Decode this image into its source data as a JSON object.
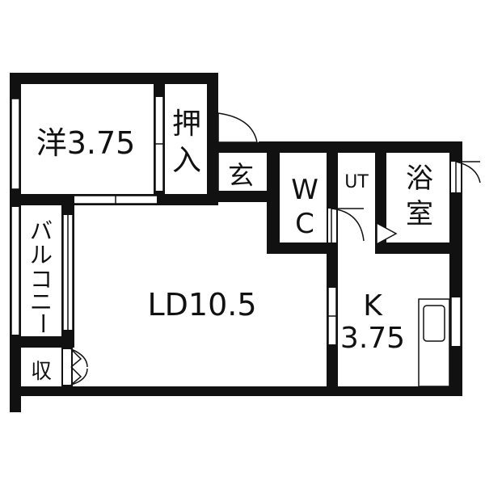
{
  "floorplan": {
    "rooms": {
      "western_room": "洋3.75",
      "closet_oshiire_top": "押",
      "closet_oshiire_bottom": "入",
      "entrance": "玄",
      "wc_top": "W",
      "wc_bottom": "C",
      "utility": "UT",
      "bath_top": "浴",
      "bath_bottom": "室",
      "balcony_1": "バ",
      "balcony_2": "ル",
      "balcony_3": "コ",
      "balcony_4": "ニ",
      "balcony_5": "ー",
      "living_dining": "LD10.5",
      "kitchen_top": "K",
      "kitchen_bottom": "3.75",
      "storage": "収"
    },
    "colors": {
      "wall": "#111111",
      "background": "#ffffff"
    }
  }
}
